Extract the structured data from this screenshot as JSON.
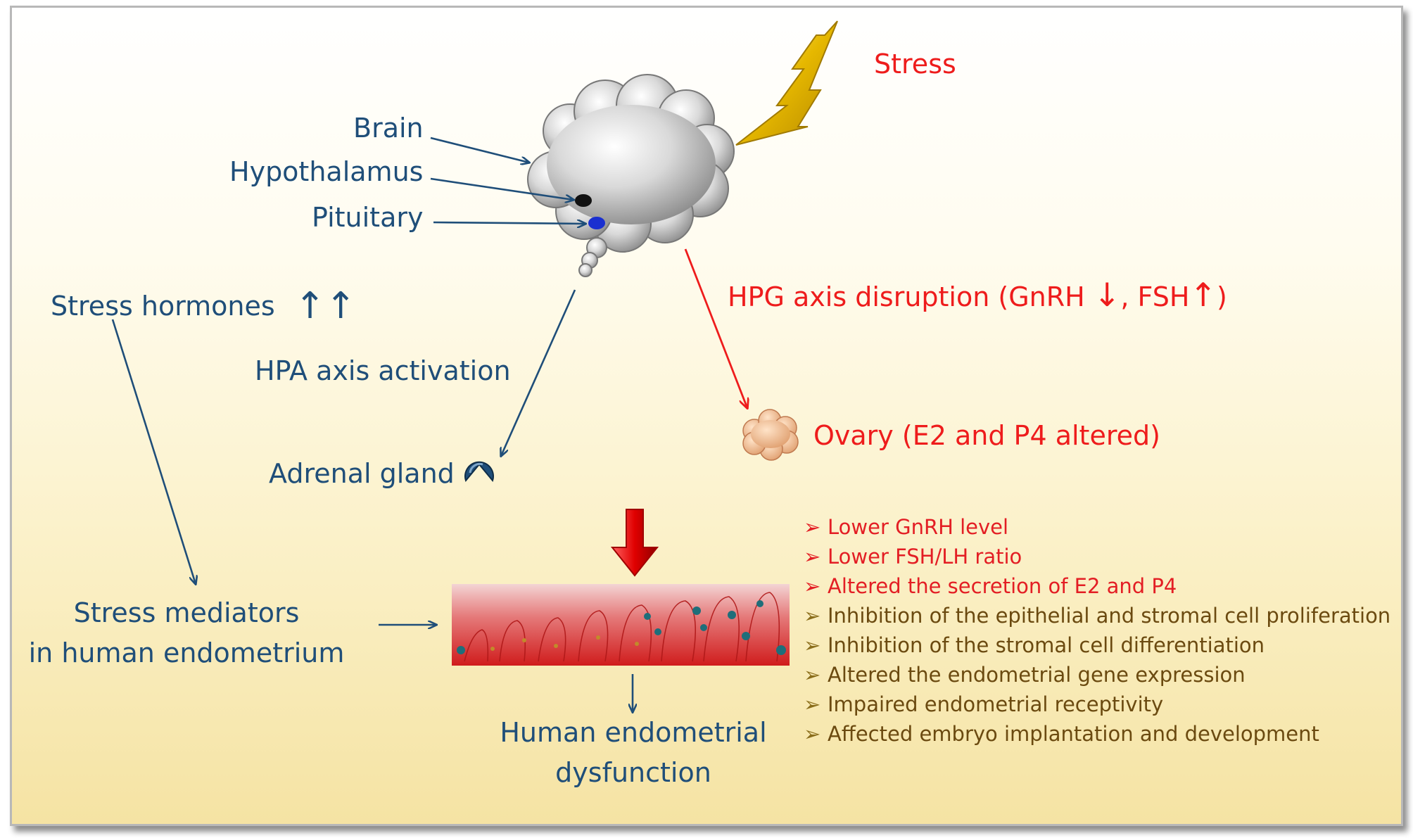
{
  "colors": {
    "label_blue": "#1f4e79",
    "label_red": "#ee1c1c",
    "bullet_brown": "#6b4a10",
    "background_top": "#ffffff",
    "background_bottom": "#f5e3a3"
  },
  "labels": {
    "stress": "Stress",
    "brain": "Brain",
    "hypothalamus": "Hypothalamus",
    "pituitary": "Pituitary",
    "stress_hormones": "Stress hormones",
    "stress_hormones_arrows": "↑↑",
    "hpa_axis": "HPA axis activation",
    "hpg_axis_prefix": "HPG axis disruption (GnRH ",
    "hpg_down_arrow": "↓",
    "hpg_fsh": ", FSH",
    "hpg_up_arrow": "↑",
    "hpg_close": ")",
    "adrenal_gland": "Adrenal gland",
    "ovary": "Ovary  (E2 and P4 altered)",
    "stress_mediators_line1": "Stress mediators",
    "stress_mediators_line2": "in human endometrium",
    "dysfunction_line1": "Human endometrial",
    "dysfunction_line2": "dysfunction"
  },
  "bullet_marker": "➢",
  "bullets": [
    {
      "text": "Lower GnRH level",
      "color": "red"
    },
    {
      "text": "Lower FSH/LH ratio",
      "color": "red"
    },
    {
      "text": "Altered the secretion of E2 and P4",
      "color": "red"
    },
    {
      "text": "Inhibition of the epithelial and stromal cell proliferation",
      "color": "brown"
    },
    {
      "text": "Inhibition of the stromal cell differentiation",
      "color": "brown"
    },
    {
      "text": "Altered the endometrial gene expression",
      "color": "brown"
    },
    {
      "text": "Impaired endometrial receptivity",
      "color": "brown"
    },
    {
      "text": "Affected embryo implantation and development",
      "color": "brown"
    }
  ],
  "icons": {
    "lightning": "lightning-bolt-icon",
    "brain": "brain-cloud-icon",
    "adrenal": "adrenal-gland-icon",
    "ovary": "ovary-icon",
    "endometrium": "endometrium-tissue-icon"
  }
}
